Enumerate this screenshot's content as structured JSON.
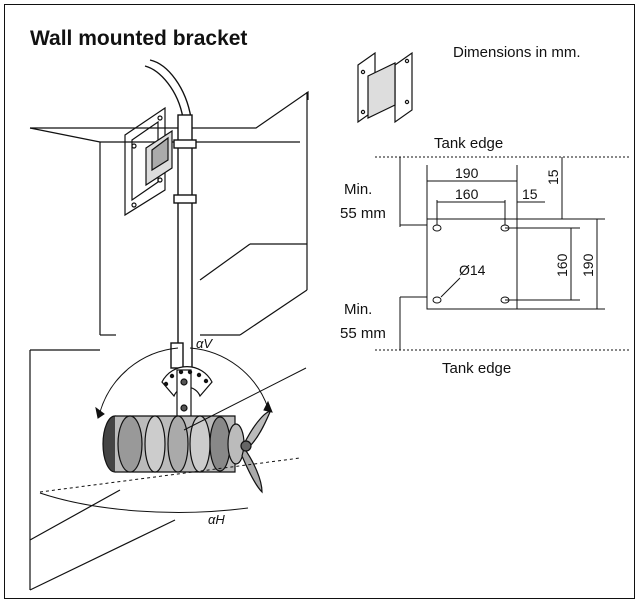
{
  "title": "Wall mounted bracket",
  "units_note": "Dimensions in mm.",
  "plan": {
    "tank_edge_top": "Tank edge",
    "tank_edge_bottom": "Tank edge",
    "min_top_line1": "Min.",
    "min_top_line2": "55 mm",
    "min_bottom_line1": "Min.",
    "min_bottom_line2": "55 mm",
    "dim_190_horizontal": "190",
    "dim_160_horizontal": "160",
    "dim_15_vertical": "15",
    "dim_15_horizontal": "15",
    "dim_160_vertical": "160",
    "dim_190_vertical": "190",
    "hole_diameter": "Ø14"
  },
  "angles": {
    "vertical": "αV",
    "horizontal": "αH"
  }
}
